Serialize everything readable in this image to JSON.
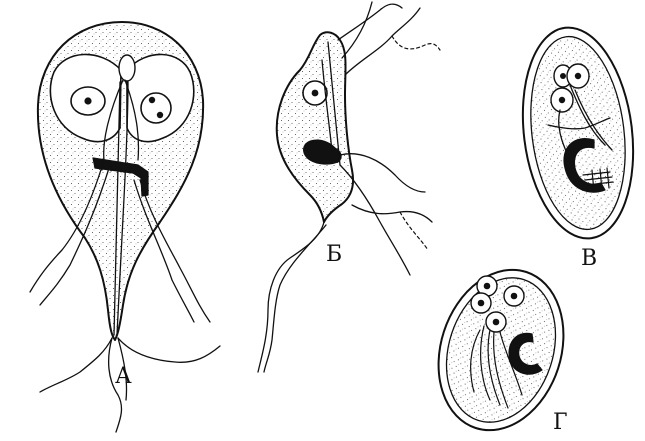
{
  "figure": {
    "labels": {
      "a": "А",
      "b": "Б",
      "v": "В",
      "g": "Г"
    }
  },
  "colors": {
    "ink": "#111111",
    "background": "#ffffff"
  }
}
